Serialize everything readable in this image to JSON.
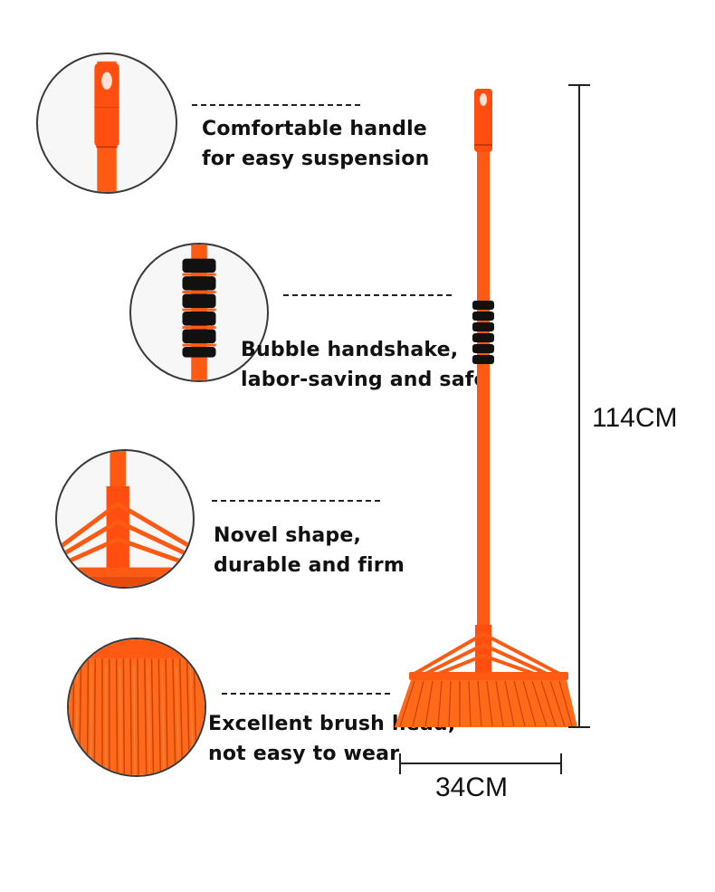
{
  "features": [
    {
      "id": "handle",
      "lines": [
        "Comfortable handle",
        "for easy suspension"
      ],
      "icon": "handle-hang-hole-icon"
    },
    {
      "id": "grip",
      "lines": [
        "Bubble handshake,",
        "labor-saving and safe"
      ],
      "icon": "foam-grip-icon"
    },
    {
      "id": "shape",
      "lines": [
        "Novel shape,",
        "durable and firm"
      ],
      "icon": "broom-head-joint-icon"
    },
    {
      "id": "bristles",
      "lines": [
        "Excellent brush head,",
        "not easy to wear"
      ],
      "icon": "bristles-icon"
    }
  ],
  "dimensions": {
    "height_label": "114CM",
    "width_label": "34CM"
  },
  "colors": {
    "broom_orange": "#ff5a14",
    "bristle_orange": "#ff6a1a",
    "grip_black": "#111111",
    "line": "#222222"
  }
}
